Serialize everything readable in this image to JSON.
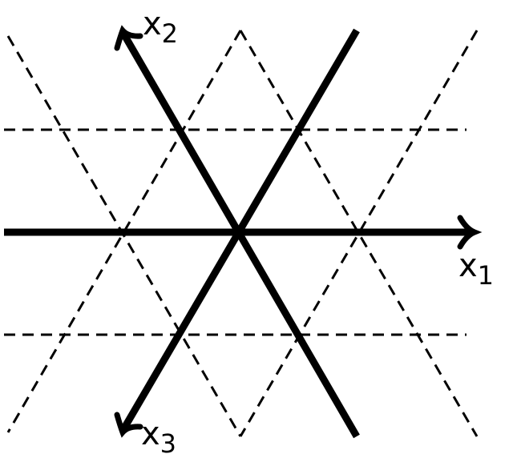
{
  "axes": [
    {
      "name": "x",
      "sub": "1"
    },
    {
      "name": "x",
      "sub": "2"
    },
    {
      "name": "x",
      "sub": "3"
    }
  ],
  "colors": {
    "line": "#000000",
    "background": "#ffffff"
  }
}
